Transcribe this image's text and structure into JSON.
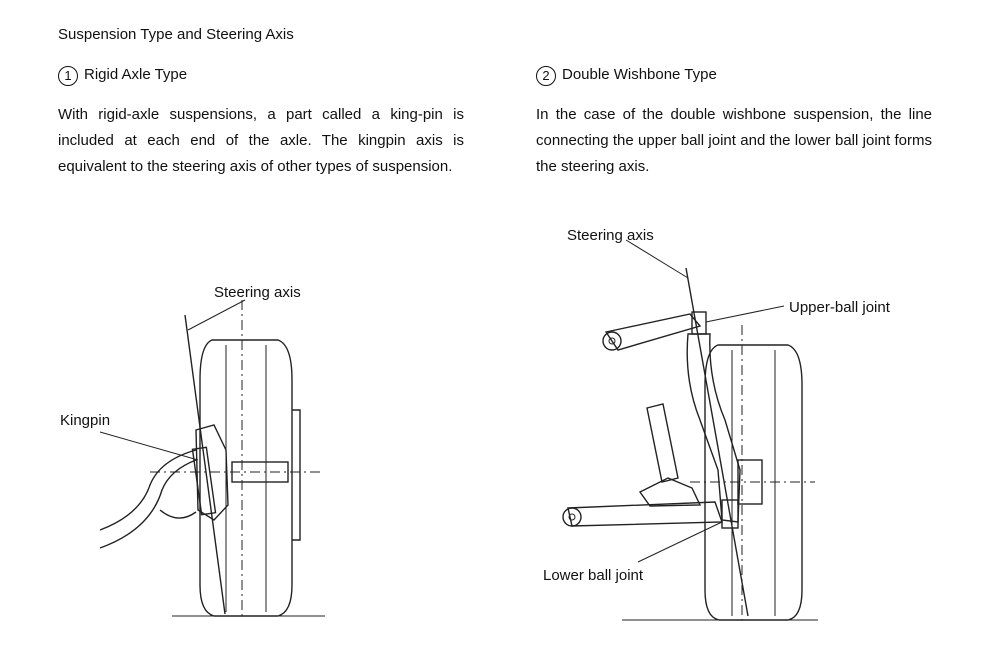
{
  "page": {
    "title": "Suspension Type and Steering Axis"
  },
  "sections": [
    {
      "number": "1",
      "title": "Rigid Axle Type",
      "body": "With rigid-axle suspensions, a part called a king-pin is included at each end of the axle. The kingpin axis is equivalent to the steering axis of other types of suspension."
    },
    {
      "number": "2",
      "title": "Double Wishbone Type",
      "body": "In the case of the double wishbone suspension, the line connecting the upper ball joint and the lower ball joint forms the steering axis."
    }
  ],
  "diagrams": {
    "rigid_axle": {
      "steering_axis_label": "Steering axis",
      "kingpin_label": "Kingpin"
    },
    "double_wishbone": {
      "steering_axis_label": "Steering axis",
      "upper_label": "Upper-ball joint",
      "lower_label": "Lower ball joint"
    }
  }
}
